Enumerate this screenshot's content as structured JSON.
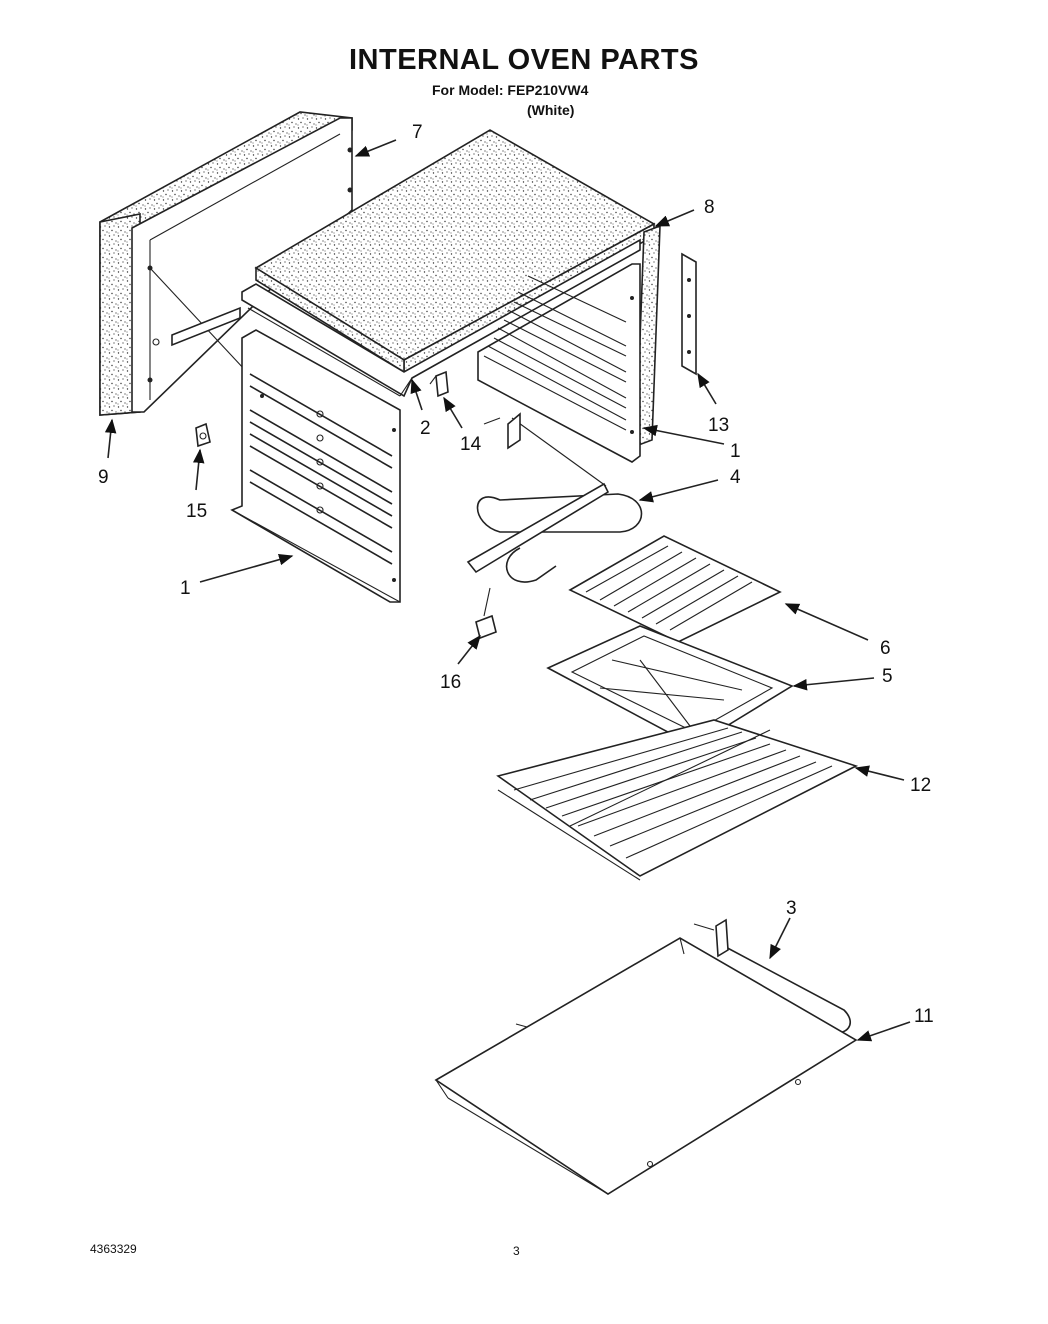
{
  "header": {
    "title": "INTERNAL OVEN PARTS",
    "model_line": "For Model: FEP210VW4",
    "color_line": "(White)"
  },
  "footer": {
    "doc_number": "4363329",
    "page_number": "3"
  },
  "callouts": [
    "7",
    "8",
    "9",
    "15",
    "2",
    "14",
    "1",
    "13",
    "1",
    "4",
    "6",
    "16",
    "5",
    "12",
    "3",
    "11"
  ]
}
